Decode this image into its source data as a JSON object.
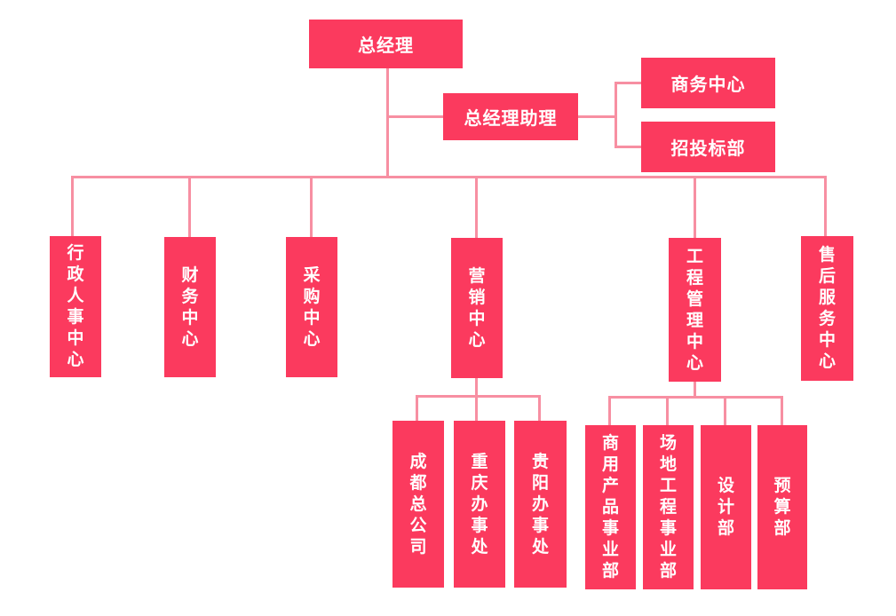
{
  "colors": {
    "node_fill": "#fb3a5e",
    "connector": "#f78fa2",
    "node_text": "#ffffff",
    "background": "#ffffff"
  },
  "org_chart": {
    "root": {
      "label": "总经理"
    },
    "assistant": {
      "label": "总经理助理"
    },
    "assistant_children": [
      {
        "label": "商务中心"
      },
      {
        "label": "招投标部"
      }
    ],
    "departments": [
      {
        "label": "行政人事中心"
      },
      {
        "label": "财务中心"
      },
      {
        "label": "采购中心"
      },
      {
        "label": "营销中心"
      },
      {
        "label": "工程管理中心"
      },
      {
        "label": "售后服务中心"
      }
    ],
    "marketing_children": [
      {
        "label": "成都总公司"
      },
      {
        "label": "重庆办事处"
      },
      {
        "label": "贵阳办事处"
      }
    ],
    "engineering_children": [
      {
        "label": "商用产品事业部"
      },
      {
        "label": "场地工程事业部"
      },
      {
        "label": "设计部"
      },
      {
        "label": "预算部"
      }
    ]
  }
}
